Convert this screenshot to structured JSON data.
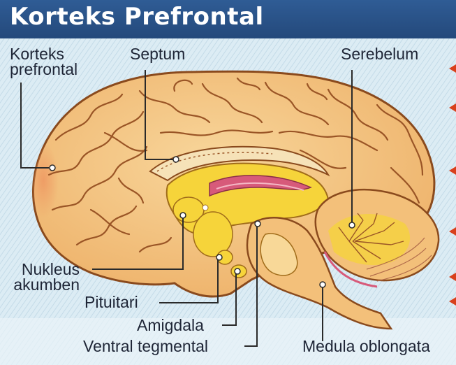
{
  "title": "Korteks Prefrontal",
  "labels": {
    "korteks_prefrontal": "Korteks\nprefrontal",
    "septum": "Septum",
    "serebelum": "Serebelum",
    "nukleus_akumben": "Nukleus\nakumben",
    "pituitari": "Pituitari",
    "amigdala": "Amigdala",
    "ventral_tegmental": "Ventral tegmental",
    "medula_oblongata": "Medula oblongata"
  },
  "colors": {
    "header_bg": "#2a5289",
    "background": "#d7eaf3",
    "brain_fill": "#f3c07a",
    "brain_outline": "#8a4a1d",
    "inner_yellow": "#f6d43a",
    "pink": "#d75a7a",
    "leader": "#2a2a2a",
    "arrow_red": "#d8401c"
  }
}
